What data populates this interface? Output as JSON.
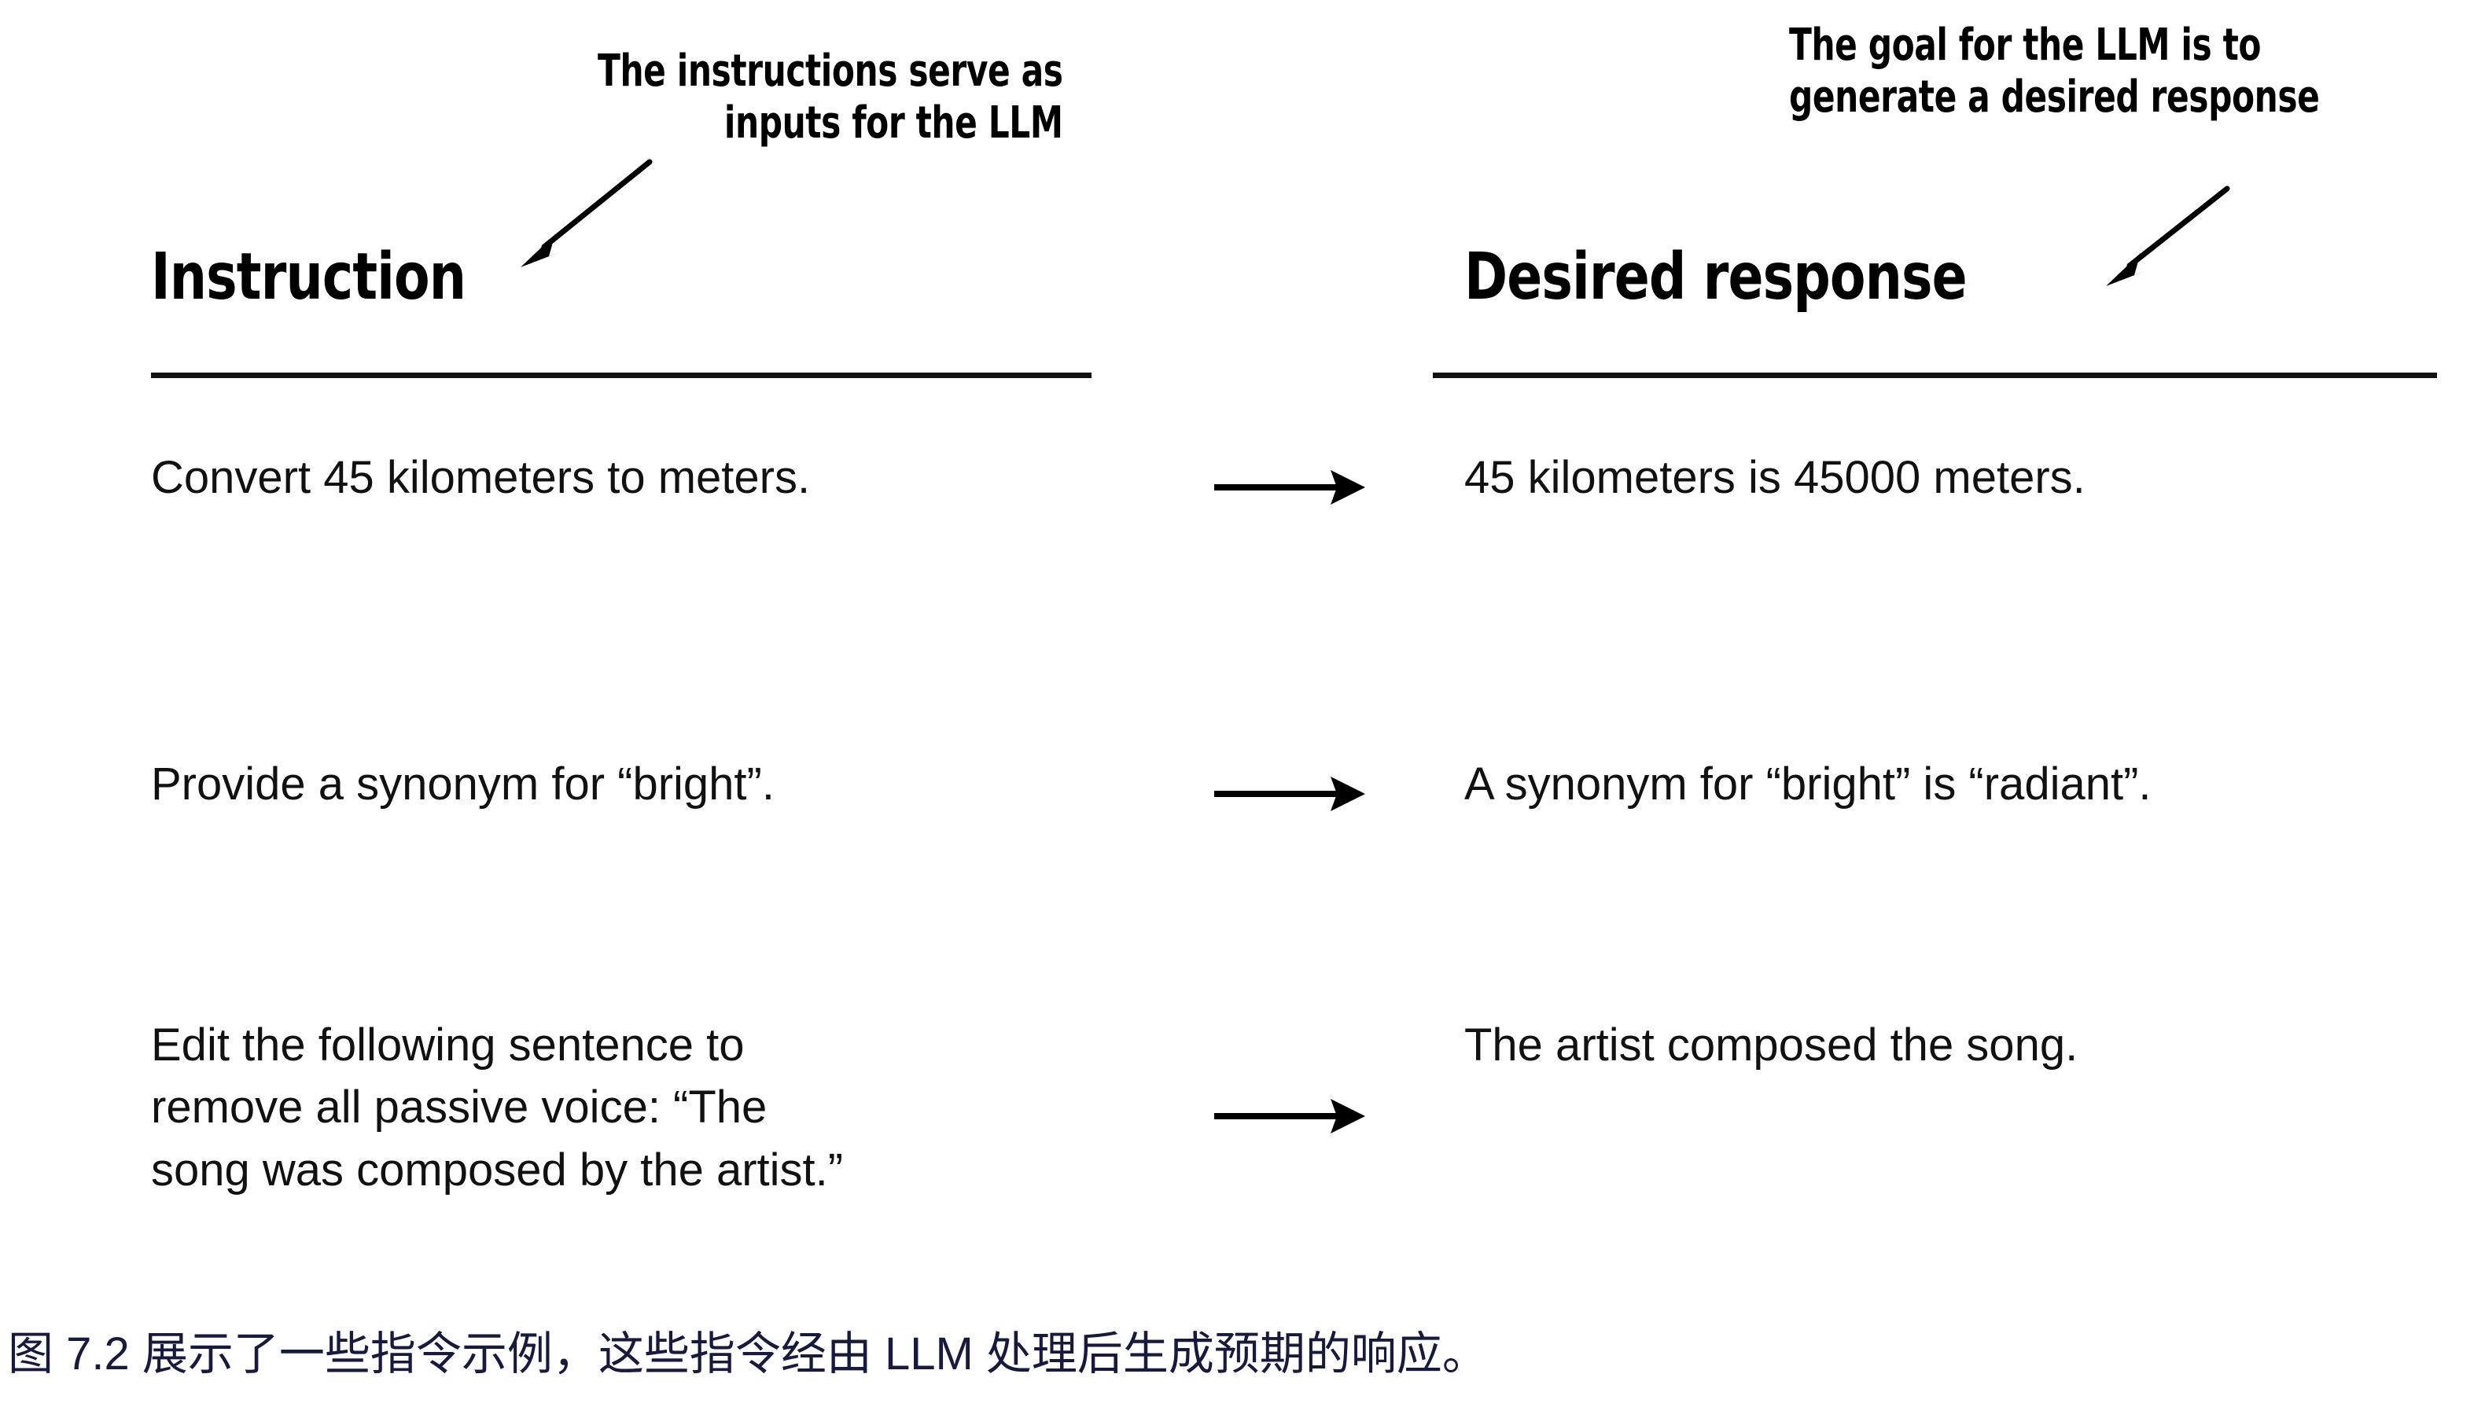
{
  "figure": {
    "annotations": {
      "instruction_callout": {
        "lines": [
          "The instructions serve as",
          "inputs for the LLM"
        ],
        "points_to": "Instruction"
      },
      "response_callout": {
        "lines": [
          "The goal for the LLM is to",
          "generate a desired response"
        ],
        "points_to": "Desired response"
      }
    },
    "columns": {
      "instruction_header": "Instruction",
      "response_header": "Desired response"
    },
    "rows": [
      {
        "instruction_lines": [
          "Convert 45 kilometers to meters."
        ],
        "response_lines": [
          "45 kilometers is 45000 meters."
        ],
        "arrow": "right-arrow-icon"
      },
      {
        "instruction_lines": [
          "Provide a synonym for “bright”."
        ],
        "response_lines": [
          "A synonym for “bright” is “radiant”."
        ],
        "arrow": "right-arrow-icon"
      },
      {
        "instruction_lines": [
          "Edit the following sentence to",
          "remove all passive voice: “The",
          "song was composed by the artist.”"
        ],
        "response_lines": [
          "The artist composed the song."
        ],
        "arrow": "right-arrow-icon"
      }
    ],
    "caption": "图 7.2 展示了一些指令示例，这些指令经由 LLM 处理后生成预期的响应。",
    "colors": {
      "ink": "#000000",
      "body_text": "#111111",
      "caption_text": "#171a3c",
      "background": "#ffffff"
    }
  }
}
